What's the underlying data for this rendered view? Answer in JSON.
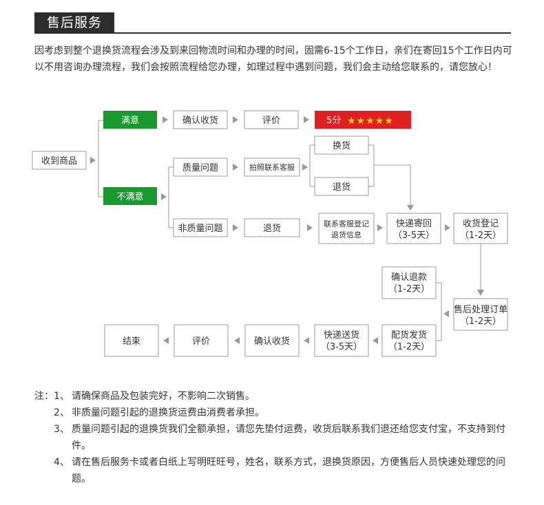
{
  "header": {
    "title": "售后服务"
  },
  "intro": "因考虑到整个退换货流程会涉及到来回物流时间和办理的时间，固需6-15个工作日，亲们在寄回15个工作日内可以不用咨询办理流程，我们会按照流程给您办理，如理过程中遇到问题，我们会主动给您联系的，请您放心！",
  "flow": {
    "receive": "收到商品",
    "satisfied": "满意",
    "unsatisfied": "不满意",
    "confirm_receipt": "确认收货",
    "review": "评价",
    "rating": "5分",
    "rating_stars": "★★★★★",
    "quality_issue": "质量问题",
    "photo_contact": "拍照联系客服",
    "exchange": "换货",
    "return": "退货",
    "non_quality_issue": "非质量问题",
    "return2": "退货",
    "register_line1": "联系客服登记",
    "register_line2": "退货信息",
    "express_return_line1": "快递寄回",
    "express_return_line2": "（3-5天）",
    "receipt_register_line1": "收货登记",
    "receipt_register_line2": "（1-2天）",
    "aftersale_order_line1": "售后处理订单",
    "aftersale_order_line2": "（1-2天）",
    "refund_line1": "确认退款",
    "refund_line2": "（1-2天）",
    "ship_line1": "配货发货",
    "ship_line2": "（1-2天）",
    "express_send_line1": "快递送货",
    "express_send_line2": "（3-5天）",
    "confirm_receipt2": "确认收货",
    "review2": "评价",
    "end": "结束"
  },
  "colors": {
    "green": "#1a9a2e",
    "red": "#e02020",
    "star": "#ffd200",
    "dark": "#2d2d2d"
  },
  "notes": {
    "lead": "注：",
    "items": [
      {
        "num": "1、",
        "text": "请确保商品及包装完好，不影响二次销售。"
      },
      {
        "num": "2、",
        "text": "非质量问题引起的退换货运费由消费者承担。"
      },
      {
        "num": "3、",
        "text": "质量问题引起的退换货我们全额承担，请您先垫付运费，收货后联系我们退还给您支付宝，不支持到付件。"
      },
      {
        "num": "4、",
        "text": "请在售后服务卡或者白纸上写明旺旺号，姓名，联系方式，退换货原因，方便售后人员快速处理您的问题。"
      }
    ]
  }
}
